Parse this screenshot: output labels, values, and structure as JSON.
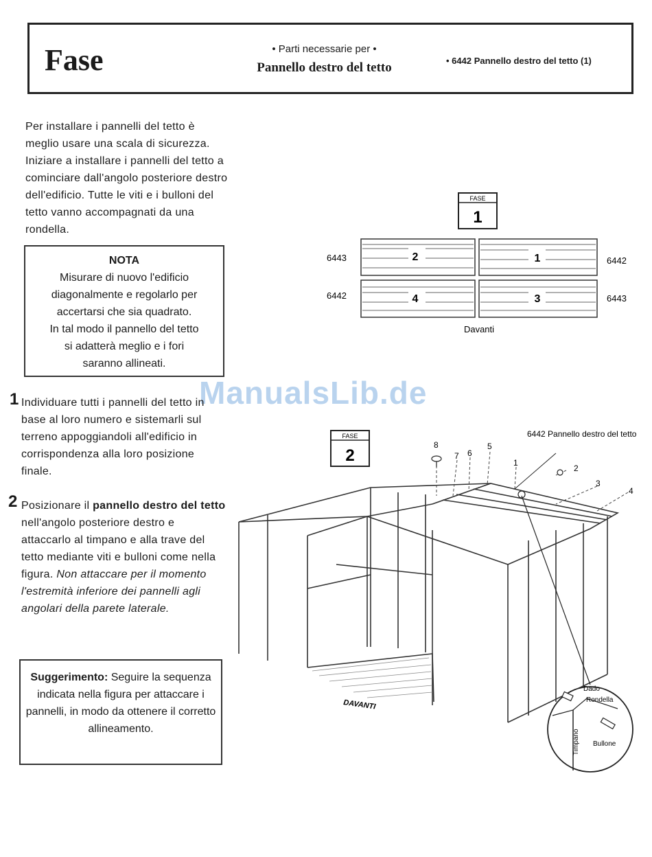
{
  "header": {
    "title": "Fase",
    "parts_label": "• Parti necessarie per •",
    "parts_name": "Pannello destro del tetto",
    "parts_item": "• 6442 Pannello destro del tetto (1)"
  },
  "intro": "Per installare i pannelli del tetto è meglio usare una scala di sicurezza. Iniziare a installare i pannelli del tetto a cominciare dall'angolo posteriore destro dell'edificio. Tutte le viti e i bulloni del tetto vanno accompagnati da una rondella.",
  "note": {
    "title": "NOTA",
    "lines": [
      "Misurare di nuovo l'edificio",
      "diagonalmente e regolarlo per",
      "accertarsi che sia quadrato.",
      "In tal modo il pannello del tetto",
      "si adatterà meglio e i fori",
      "saranno allineati."
    ]
  },
  "step1": {
    "number": "1",
    "text": "Individuare tutti i pannelli del tetto in base al loro numero e sistemarli sul terreno appoggiandoli all'edificio in corrispondenza alla loro posizione finale."
  },
  "step2": {
    "number": "2",
    "text_a": "Posizionare il ",
    "text_bold": "pannello destro del tetto",
    "text_b": " nell'angolo posteriore destro e attaccarlo al timpano e alla trave del tetto mediante viti e bulloni come nella figura. ",
    "text_italic": "Non attaccare per il momento l'estremità inferiore dei pannelli agli angolari della parete laterale."
  },
  "tip": {
    "label": "Suggerimento:",
    "text": " Seguire la sequenza indicata nella figura per attaccare i pannelli, in modo da ottenere il corretto allineamento."
  },
  "watermark": "ManualsLib.de",
  "figure1": {
    "fase_label": "FASE",
    "fase_number": "1",
    "panels": [
      {
        "number": "2",
        "left_code": "6443"
      },
      {
        "number": "1",
        "right_code": "6442"
      },
      {
        "number": "4",
        "left_code": "6442"
      },
      {
        "number": "3",
        "right_code": "6443"
      }
    ],
    "front_label": "Davanti"
  },
  "figure2": {
    "fase_label": "FASE",
    "fase_number": "2",
    "callout": "6442 Pannello destro del tetto",
    "sequence": [
      "8",
      "7",
      "6",
      "5",
      "1",
      "2",
      "3",
      "4"
    ],
    "front_label": "DAVANTI",
    "detail": {
      "nut": "Dado",
      "washer": "Rondella",
      "bolt": "Bullone",
      "gable": "Timpano"
    }
  }
}
